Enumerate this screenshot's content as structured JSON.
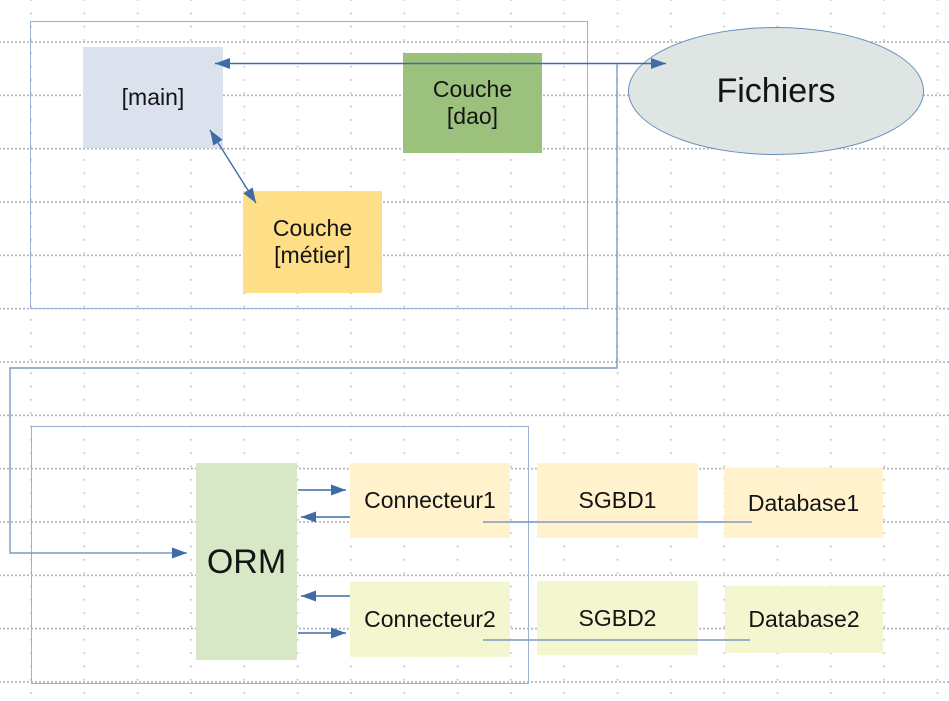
{
  "diagram": {
    "description": "Layered application architecture diagram (grid canvas)",
    "colors": {
      "arrow": "#3f6ba6",
      "soft": "#7e99c0",
      "frame": "#9db2d0",
      "ellipse": "#6a8fbc",
      "text": "#141414"
    },
    "nodes": {
      "main": {
        "label": "[main]",
        "fill": "#dbe1ed"
      },
      "dao": {
        "label": "Couche\n[dao]",
        "fill": "#9cc17c"
      },
      "metier": {
        "label": "Couche\n[métier]",
        "fill": "#fede87"
      },
      "fichiers": {
        "label": "Fichiers",
        "fill": "#dee5e2"
      },
      "orm": {
        "label": "ORM",
        "fill": "#d8e7c6"
      },
      "connecteur1": {
        "label": "Connecteur1",
        "fill": "#fff2cc"
      },
      "sgbd1": {
        "label": "SGBD1",
        "fill": "#fff2cc"
      },
      "database1": {
        "label": "Database1",
        "fill": "#fff2cc"
      },
      "connecteur2": {
        "label": "Connecteur2",
        "fill": "#f4f6d0"
      },
      "sgbd2": {
        "label": "SGBD2",
        "fill": "#f4f6d0"
      },
      "database2": {
        "label": "Database2",
        "fill": "#f4f6d0"
      }
    },
    "edges": [
      {
        "id": "fichiers-main",
        "type": "double-arrow"
      },
      {
        "id": "main-metier",
        "type": "double-arrow"
      },
      {
        "id": "branch-to-orm",
        "type": "arrow"
      },
      {
        "id": "orm-to-connecteur1",
        "type": "arrow"
      },
      {
        "id": "connecteur1-to-orm",
        "type": "arrow"
      },
      {
        "id": "connecteur2-to-orm",
        "type": "arrow"
      },
      {
        "id": "orm-to-connecteur2",
        "type": "arrow"
      },
      {
        "id": "connecteur1-to-database1",
        "type": "line"
      },
      {
        "id": "connecteur2-to-database2",
        "type": "line"
      }
    ]
  }
}
